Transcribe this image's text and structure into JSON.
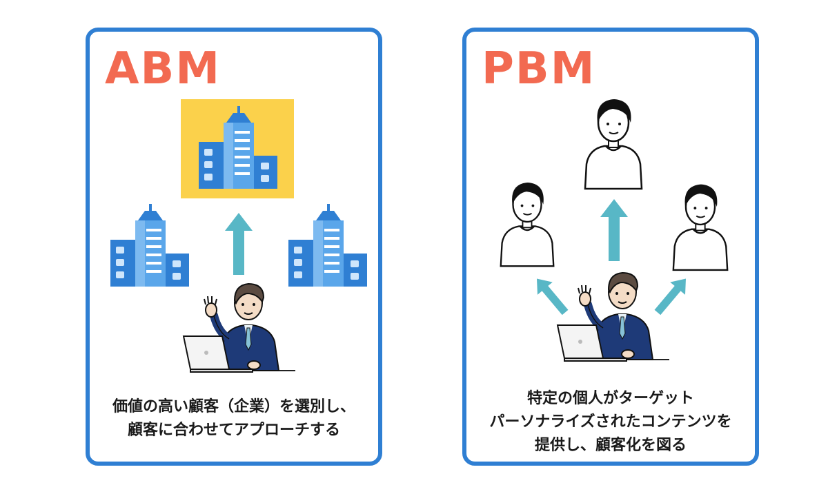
{
  "colors": {
    "card_border": "#2f7fd3",
    "title": "#f26a51",
    "arrow": "#58b7c6",
    "highlight": "#fbd14b",
    "building_main": "#5aa6ea",
    "building_dark": "#2f7fd3",
    "suit": "#1e3a78"
  },
  "abm": {
    "title": "ABM",
    "caption_line1": "価値の高い顧客（企業）を選別し、",
    "caption_line2": "顧客に合わせてアプローチする",
    "icons": [
      "building-icon",
      "building-icon",
      "building-icon",
      "arrow-up-icon",
      "businessman-laptop-icon"
    ]
  },
  "pbm": {
    "title": "PBM",
    "caption_line1": "特定の個人がターゲット",
    "caption_line2": "パーソナライズされたコンテンツを",
    "caption_line3": "提供し、顧客化を図る",
    "icons": [
      "person-icon",
      "person-icon",
      "person-icon",
      "arrow-icon",
      "businessman-laptop-icon"
    ]
  }
}
